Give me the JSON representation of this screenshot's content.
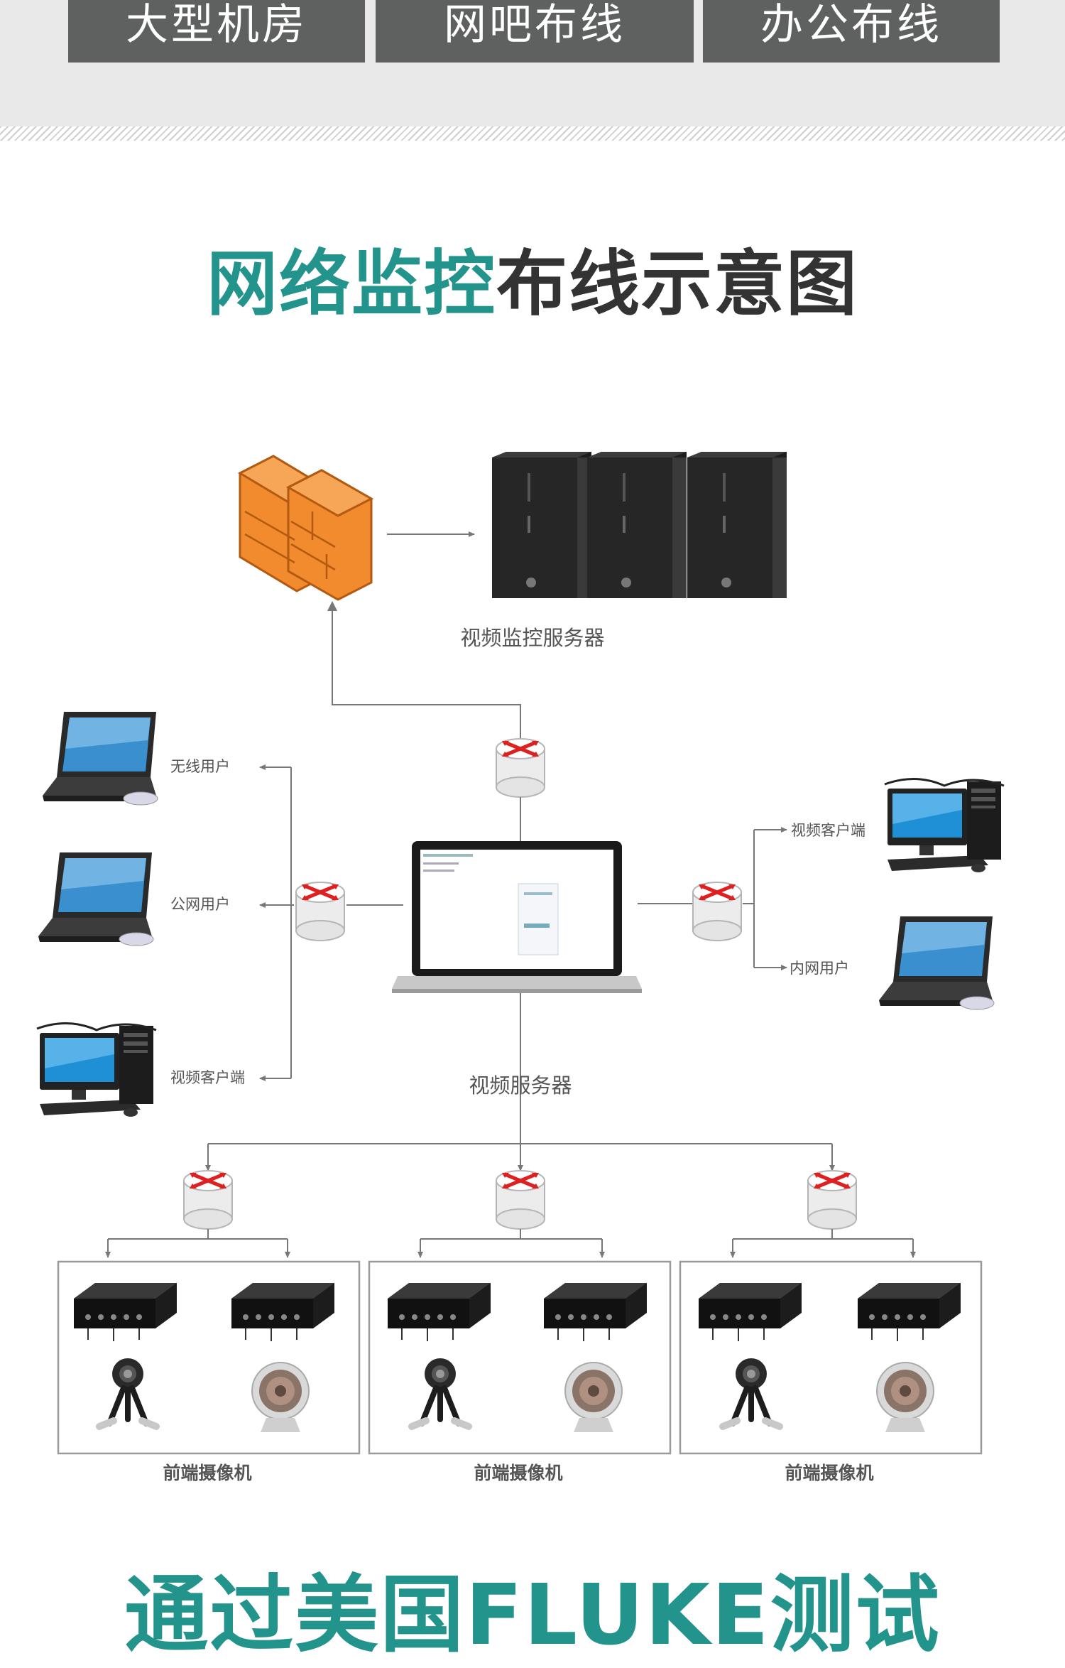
{
  "tabs": [
    "大型机房",
    "网吧布线",
    "办公布线"
  ],
  "title": {
    "highlight": "网络监控",
    "rest": "布线示意图"
  },
  "labels": {
    "video_monitor_server": "视频监控服务器",
    "wireless_user": "无线用户",
    "public_user": "公网用户",
    "video_client_left": "视频客户端",
    "video_client_right": "视频客户端",
    "intranet_user": "内网用户",
    "video_server": "视频服务器",
    "front_camera": [
      "前端摄像机",
      "前端摄像机",
      "前端摄像机"
    ]
  },
  "bottom_title": "通过美国FLUKE测试",
  "colors": {
    "teal": "#23948c",
    "tab_bg": "#5f6060",
    "firewall": "#f28a2e",
    "router_arrow": "#e02020"
  }
}
